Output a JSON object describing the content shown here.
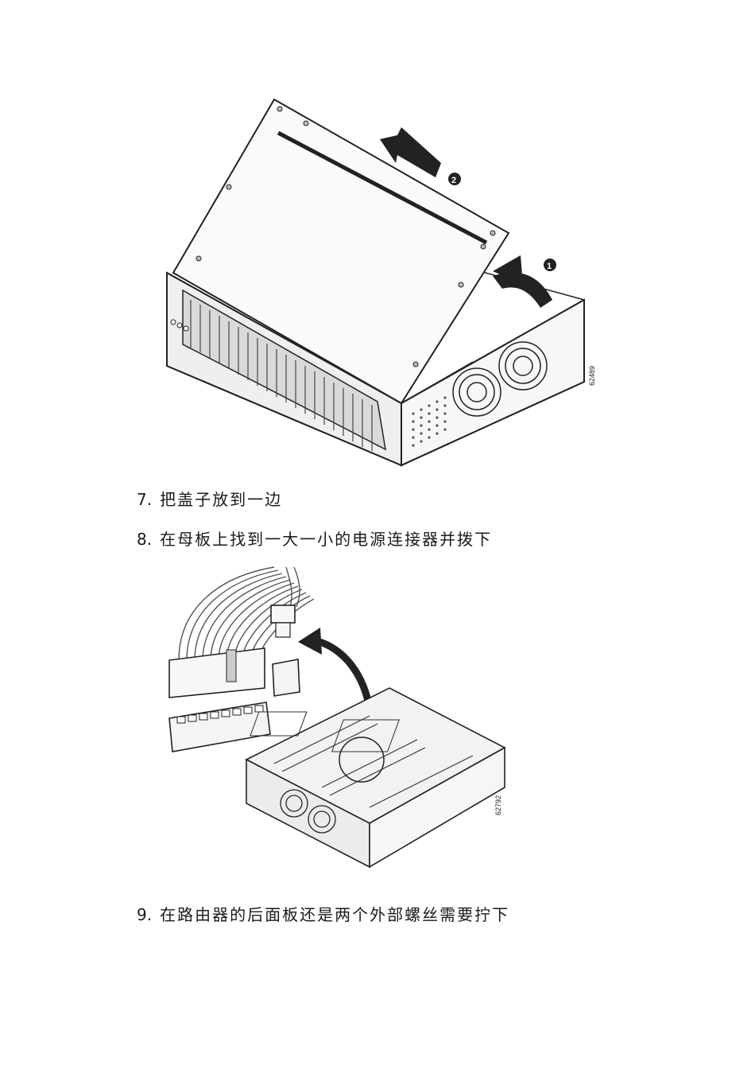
{
  "figures": [
    {
      "id": "figure-cover-removal",
      "callouts": [
        "1",
        "2"
      ],
      "figure_id": "62489"
    },
    {
      "id": "figure-power-connectors",
      "figure_id": "62792"
    }
  ],
  "steps": [
    {
      "number": "7.",
      "text": "把盖子放到一边"
    },
    {
      "number": "8.",
      "text": "在母板上找到一大一小的电源连接器并拨下"
    },
    {
      "number": "9.",
      "text": "在路由器的后面板还是两个外部螺丝需要拧下"
    }
  ]
}
